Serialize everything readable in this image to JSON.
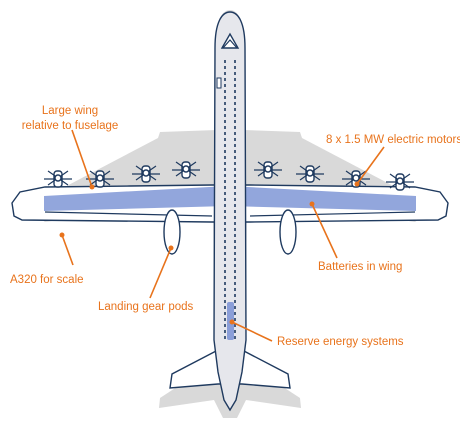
{
  "diagram": {
    "labels": {
      "large_wing_line1": "Large wing",
      "large_wing_line2": "relative to fuselage",
      "motors": "8 x 1.5 MW electric motors",
      "a320": "A320 for scale",
      "batteries": "Batteries in wing",
      "landing_gear": "Landing gear pods",
      "reserve": "Reserve energy systems"
    },
    "motor_count": 8,
    "colors": {
      "annotation": "#e8731c",
      "outline": "#1f3a5f",
      "a320_silhouette": "#d9d9d9",
      "battery_fill": "#7f96d6",
      "fuselage_fill": "#e6e7ec"
    }
  }
}
